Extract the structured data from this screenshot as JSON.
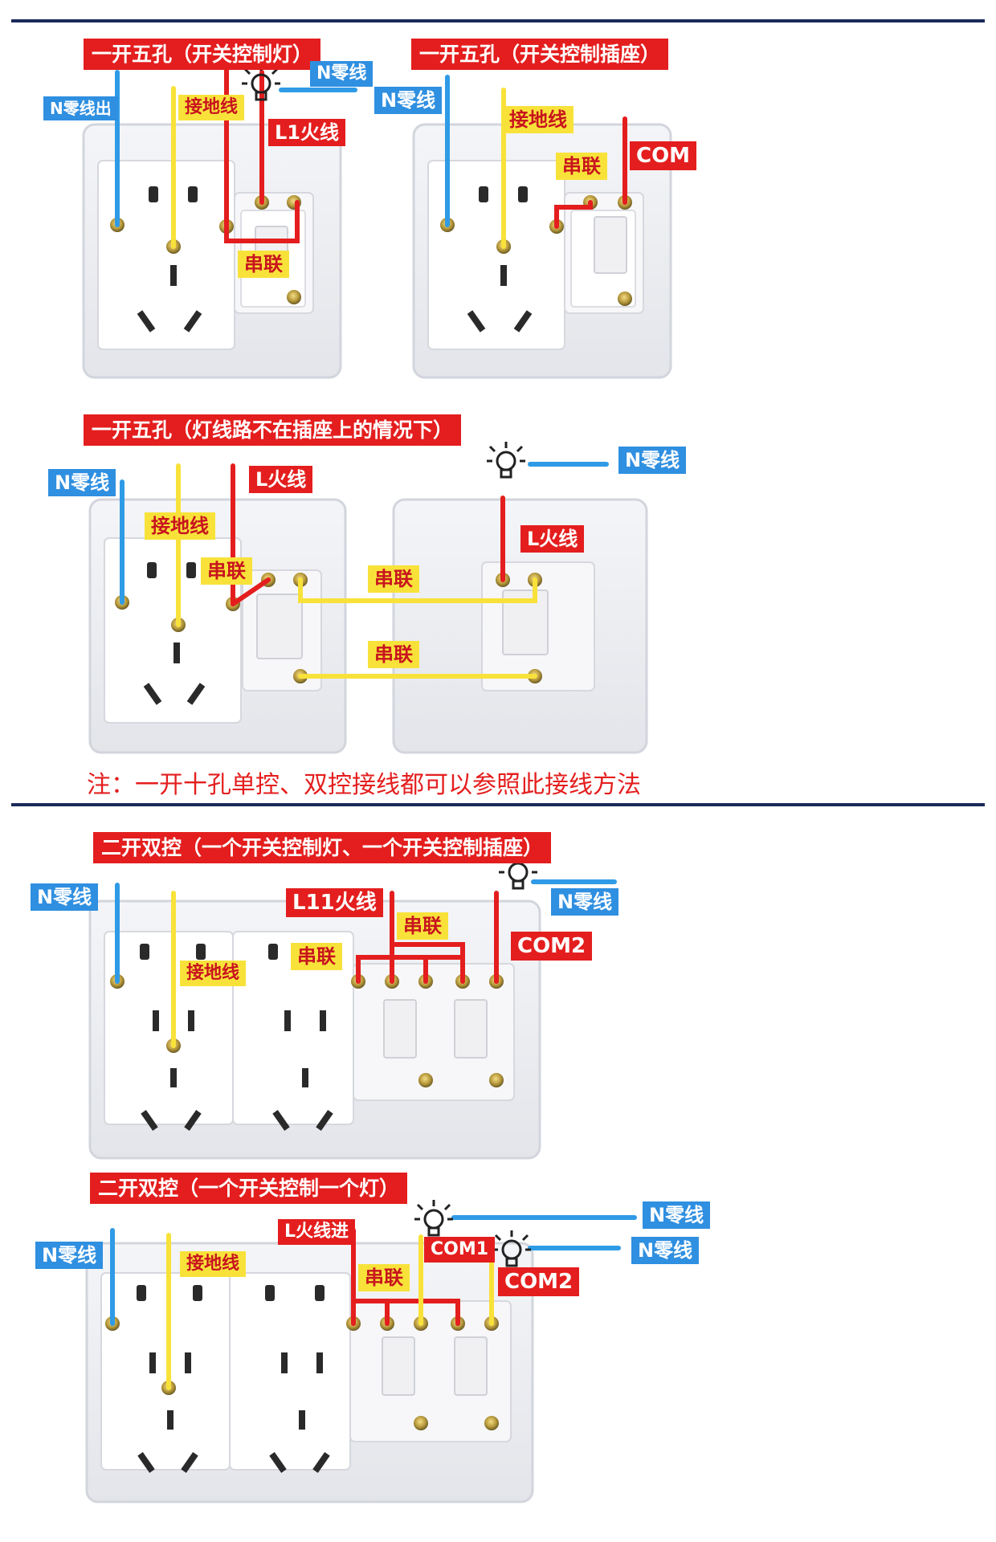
{
  "colors": {
    "rule": "#1a2a5a",
    "red": "#e41e1e",
    "blue": "#2f8fe0",
    "yellow": "#f8e23a",
    "panel": "#eceef2"
  },
  "icons": [
    "light-bulb-icon"
  ],
  "titles": {
    "p1": "一开五孔（开关控制灯）",
    "p2": "一开五孔（开关控制插座）",
    "p3": "一开五孔（灯线路不在插座上的情况下）",
    "p4": "二开双控（一个开关控制灯、一个开关控制插座）",
    "p5": "二开双控（一个开关控制一个灯）"
  },
  "labels": {
    "p1_n_out": "N零线出",
    "p1_ground": "接地线",
    "p1_n": "N零线",
    "p1_l1": "L1火线",
    "p1_series": "串联",
    "p2_n": "N零线",
    "p2_ground": "接地线",
    "p2_series": "串联",
    "p2_com": "COM",
    "p3_n": "N零线",
    "p3_ground": "接地线",
    "p3_l": "L火线",
    "p3_series": "串联",
    "p3_series_top": "串联",
    "p3_series_bottom": "串联",
    "p3_l_right": "L火线",
    "p3_n_right": "N零线",
    "p4_n": "N零线",
    "p4_ground": "接地线",
    "p4_l11": "L11火线",
    "p4_series_a": "串联",
    "p4_series_b": "串联",
    "p4_n_right": "N零线",
    "p4_com2": "COM2",
    "p5_n": "N零线",
    "p5_ground": "接地线",
    "p5_l_in": "L火线进",
    "p5_com1": "COM1",
    "p5_series": "串联",
    "p5_com2": "COM2",
    "p5_n_right_1": "N零线",
    "p5_n_right_2": "N零线"
  },
  "note": "注：一开十孔单控、双控接线都可以参照此接线方法"
}
